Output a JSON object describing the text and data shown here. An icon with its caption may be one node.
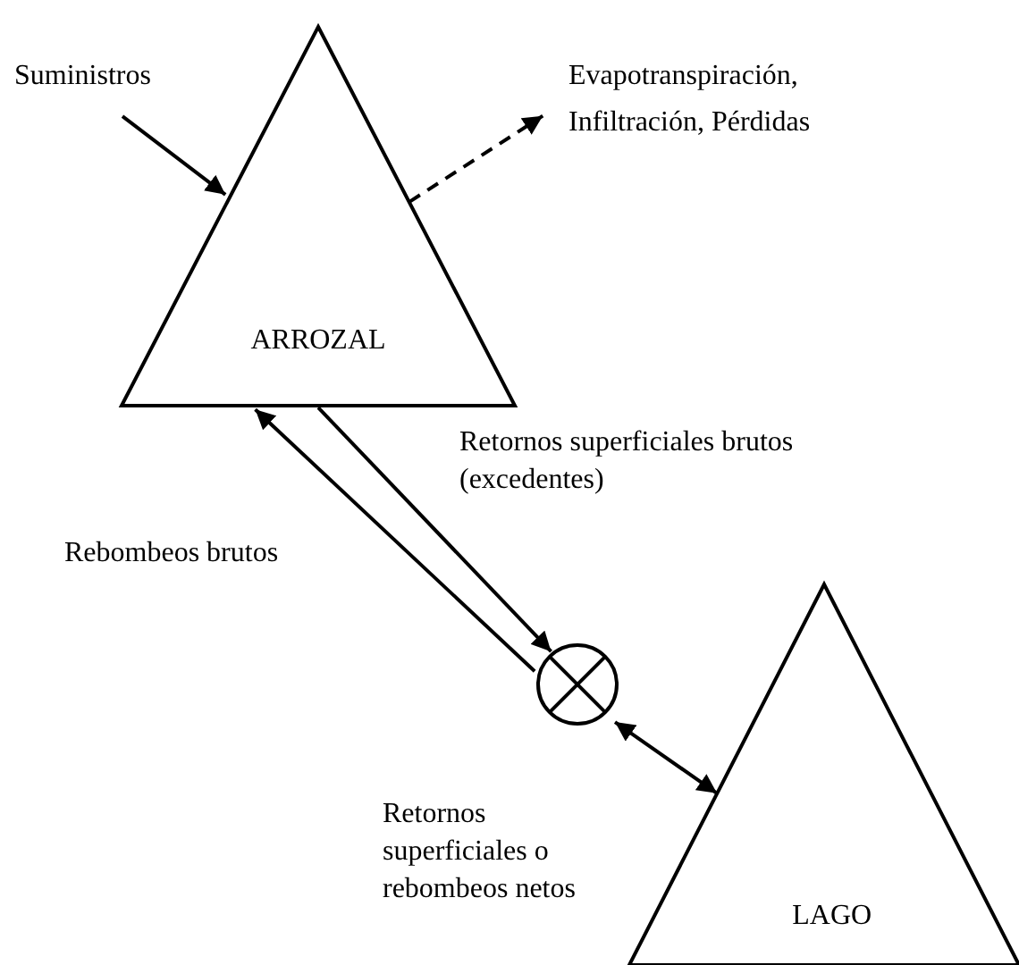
{
  "diagram": {
    "nodes": [
      {
        "text": [
          "Suministros"
        ]
      },
      {
        "text": [
          "ARROZAL"
        ]
      },
      {
        "text": [
          "Evapotranspiración, Infiltración, Pérdidas"
        ]
      },
      {
        "text": [],
        "shape": "circle"
      },
      {
        "text": [
          "LAGO"
        ]
      }
    ],
    "edges": [
      {
        "from": 0,
        "to": 1,
        "arrow": "to"
      },
      {
        "from": 1,
        "to": 2,
        "arrow": "to",
        "style": "dashed"
      },
      {
        "from": 1,
        "to": 3,
        "arrow": "to",
        "label": "Retornos superficiales brutos (excedentes)"
      },
      {
        "from": 3,
        "to": 1,
        "arrow": "to",
        "label": "Rebombeos brutos"
      },
      {
        "from": 3,
        "to": 4,
        "arrow": "both",
        "label": "Retornos superficiales o rebombeos netos"
      }
    ]
  }
}
